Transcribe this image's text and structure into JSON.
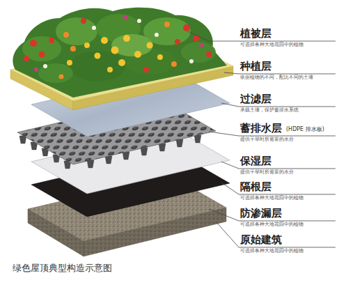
{
  "diagram": {
    "caption": "绿色屋顶典型构造示意图",
    "labels": [
      "植被层",
      "可选择各种大地花园中的植物",
      "种植层",
      "依据植物的不同，配比不同的土壤",
      "过滤层",
      "承载土壤，保护蓄排水系统",
      "蓄排水层",
      "(HDPE 排水板)",
      "提供干旱时所需要的水分",
      "保湿层",
      "提供干旱时所需要的水分",
      "隔根层",
      "可选择各种大地花园中的植物",
      "防渗漏层",
      "可选择各种大地花园中的植物",
      "原始建筑",
      "可选择各种大地花园中的植物"
    ]
  }
}
